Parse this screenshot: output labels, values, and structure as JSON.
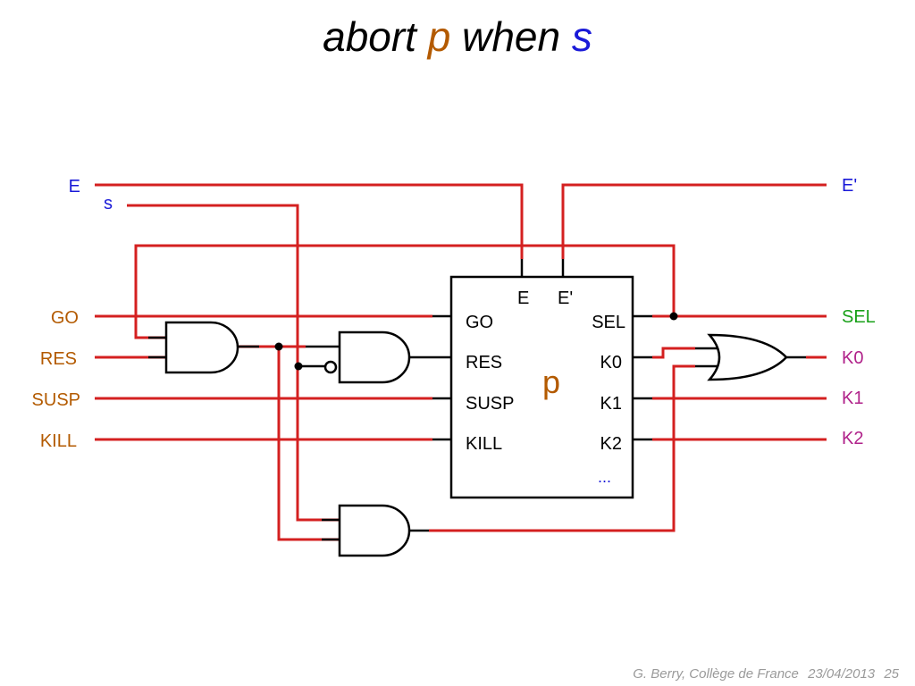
{
  "title": {
    "part1": "abort",
    "part2": "p",
    "part3": "when",
    "part4": "s"
  },
  "colors": {
    "wire": "#d42020",
    "blue_label": "#1a1ad8",
    "brown_label": "#b35a00",
    "green_label": "#18a018",
    "magenta_label": "#b0228a"
  },
  "inputs": {
    "e": "E",
    "s": "s",
    "go": "GO",
    "res": "RES",
    "susp": "SUSP",
    "kill": "KILL"
  },
  "outputs": {
    "e_prime": "E'",
    "sel": "SEL",
    "k0": "K0",
    "k1": "K1",
    "k2": "K2"
  },
  "block": {
    "name": "p",
    "top_e": "E",
    "top_e_prime": "E'",
    "in_go": "GO",
    "in_res": "RES",
    "in_susp": "SUSP",
    "in_kill": "KILL",
    "out_sel": "SEL",
    "out_k0": "K0",
    "out_k1": "K1",
    "out_k2": "K2",
    "ellipsis": "..."
  },
  "footer": {
    "author": "G. Berry, Collège de France",
    "date": "23/04/2013",
    "page": "25"
  }
}
